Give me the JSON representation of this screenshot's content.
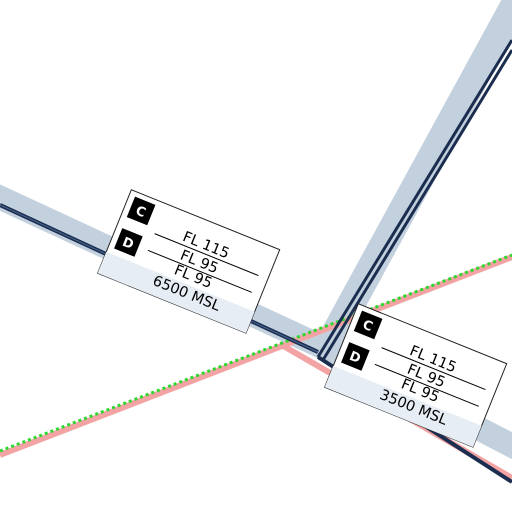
{
  "map": {
    "colors": {
      "background": "#ffffff",
      "airway_band": "#c3d0de",
      "airway_line": "#1c2e4f",
      "boundary_red": "#f3a3a3",
      "boundary_green": "#2ed62e",
      "label_bg": "#ffffff",
      "label_border": "#222222",
      "label_footer_bg": "#e6edf4",
      "badge_bg": "#000000",
      "badge_fg": "#ffffff"
    },
    "labels": [
      {
        "class_upper": "C",
        "class_lower": "D",
        "upper_limit": "FL 115",
        "mid_limit_a": "FL 95",
        "mid_limit_b": "FL 95",
        "lower_limit": "6500 MSL"
      },
      {
        "class_upper": "C",
        "class_lower": "D",
        "upper_limit": "FL 115",
        "mid_limit_a": "FL 95",
        "mid_limit_b": "FL 95",
        "lower_limit": "3500 MSL"
      }
    ]
  }
}
